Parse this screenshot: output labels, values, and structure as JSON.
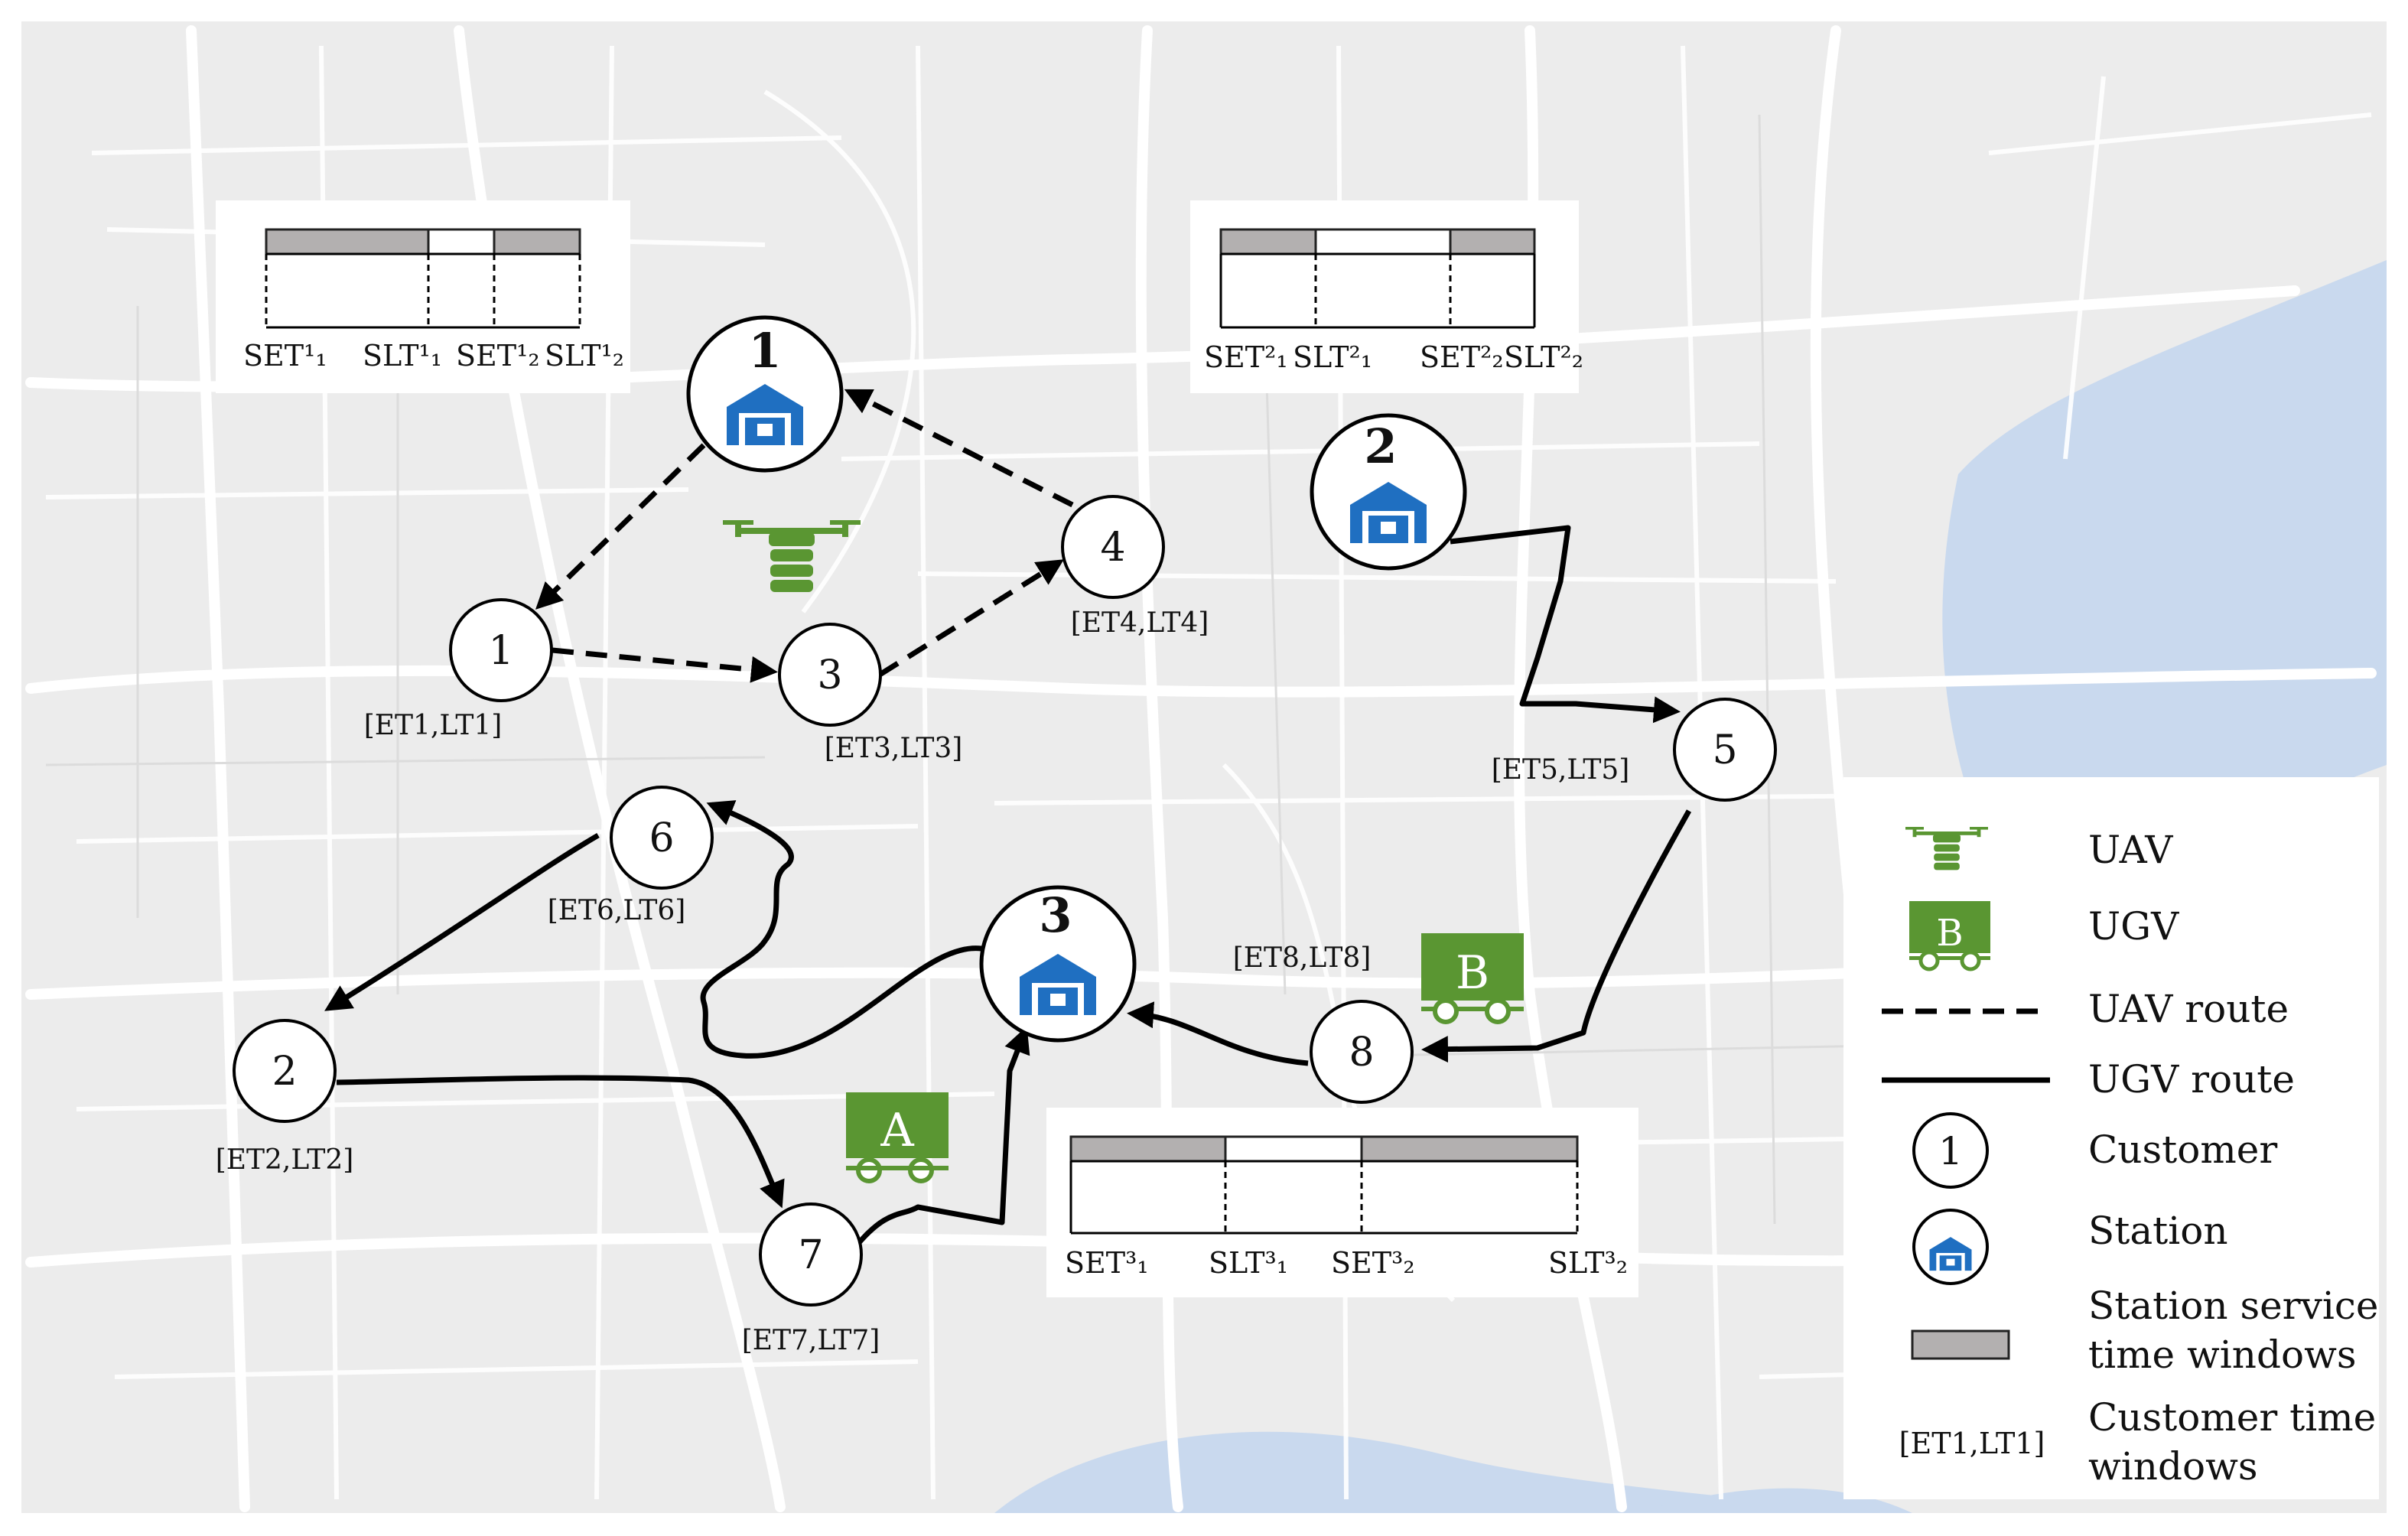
{
  "stations": [
    {
      "id": "1",
      "label": "1"
    },
    {
      "id": "2",
      "label": "2"
    },
    {
      "id": "3",
      "label": "3"
    }
  ],
  "customers": [
    {
      "id": "1",
      "label": "1",
      "tw_label": "[ET1,LT1]"
    },
    {
      "id": "2",
      "label": "2",
      "tw_label": "[ET2,LT2]"
    },
    {
      "id": "3",
      "label": "3",
      "tw_label": "[ET3,LT3]"
    },
    {
      "id": "4",
      "label": "4",
      "tw_label": "[ET4,LT4]"
    },
    {
      "id": "5",
      "label": "5",
      "tw_label": "[ET5,LT5]"
    },
    {
      "id": "6",
      "label": "6",
      "tw_label": "[ET6,LT6]"
    },
    {
      "id": "7",
      "label": "7",
      "tw_label": "[ET7,LT7]"
    },
    {
      "id": "8",
      "label": "8",
      "tw_label": "[ET8,LT8]"
    }
  ],
  "vehicles": {
    "ugv_a": "A",
    "ugv_b": "B"
  },
  "time_windows": {
    "station1": [
      "SET¹₁",
      "SLT¹₁",
      "SET¹₂",
      "SLT¹₂"
    ],
    "station2": [
      "SET²₁",
      "SLT²₁",
      "SET²₂",
      "SLT²₂"
    ],
    "station3": [
      "SET³₁",
      "SLT³₁",
      "SET³₂",
      "SLT³₂"
    ]
  },
  "legend": {
    "uav": "UAV",
    "ugv": "UGV",
    "ugv_icon_letter": "B",
    "uav_route": "UAV route",
    "ugv_route": "UGV route",
    "customer": "Customer",
    "customer_icon_number": "1",
    "station": "Station",
    "station_tw_line1": "Station service",
    "station_tw_line2": "time windows",
    "customer_tw_sample": "[ET1,LT1]",
    "customer_tw_line1": "Customer time",
    "customer_tw_line2": "windows"
  },
  "colors": {
    "station_blue": "#1f6fc1",
    "vehicle_green": "#5a9632",
    "window_gray": "#b3b0b0",
    "water": "#c9d9ee",
    "map_bg": "#ededed",
    "road": "#ffffff"
  }
}
